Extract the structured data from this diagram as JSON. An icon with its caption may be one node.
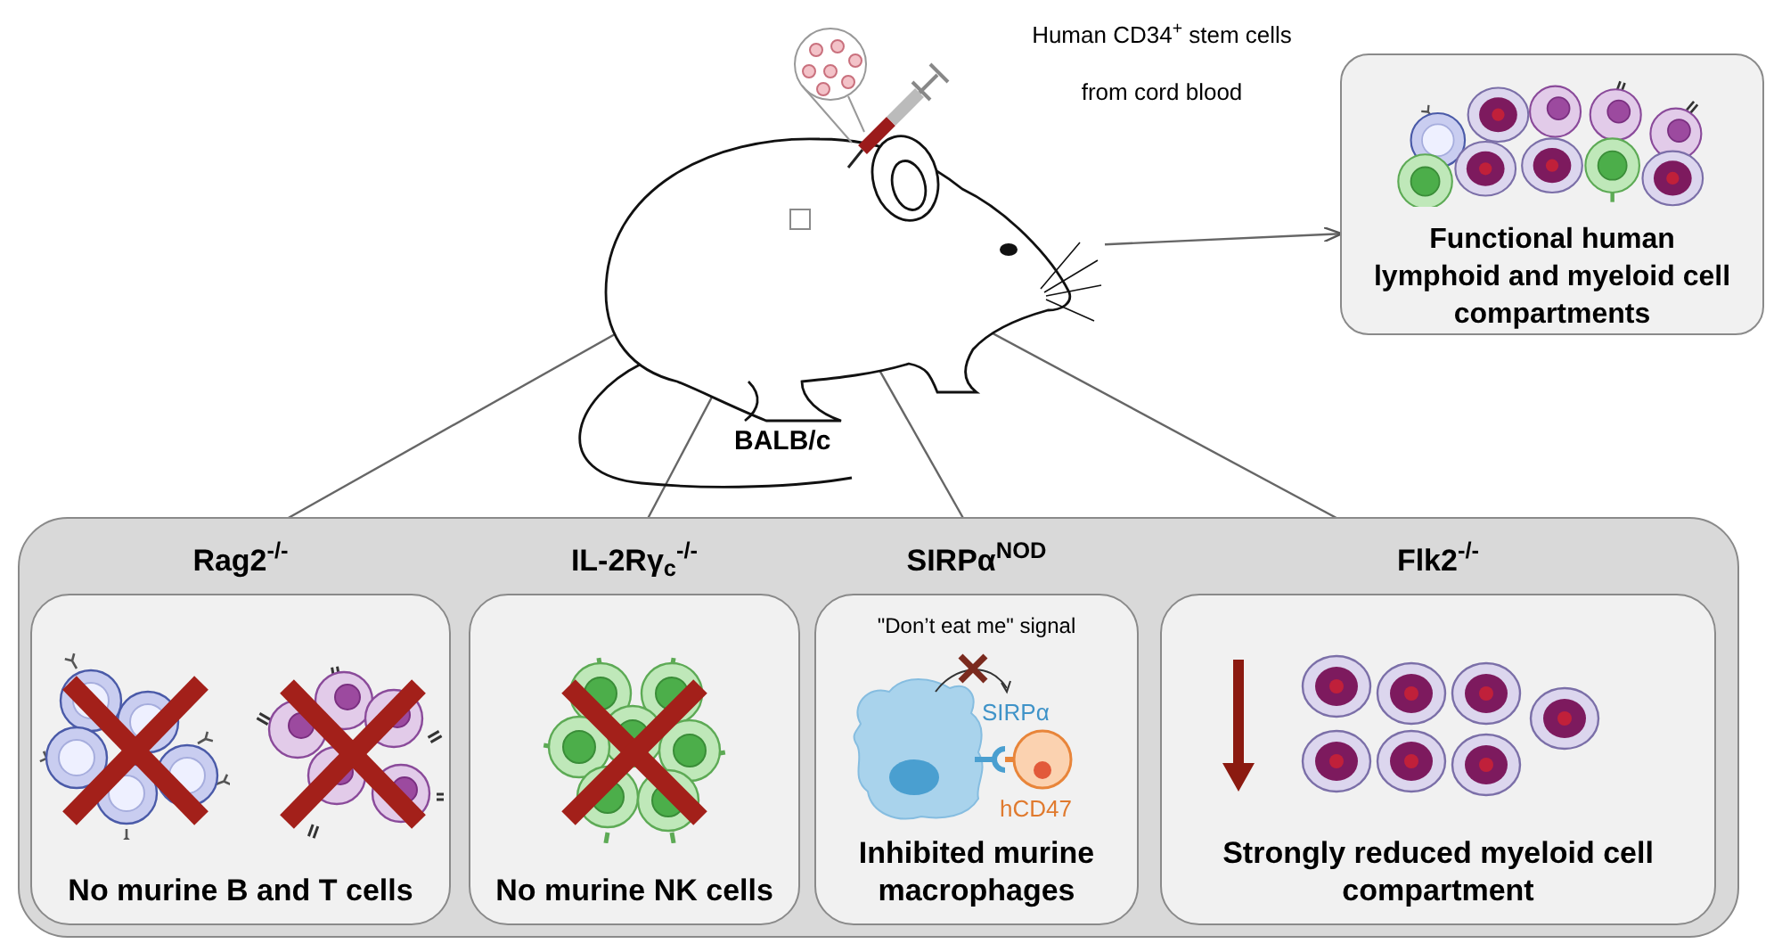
{
  "diagram": {
    "nodes": [
      {
        "text": [],
        "shape": "picture",
        "beside": [
          "BALB/c"
        ]
      },
      {
        "text": [],
        "shape": "box",
        "in": 0
      },
      {
        "text": [
          "Functional human lymphoid and myeloid cell compartments"
        ]
      },
      {
        "text": [],
        "shape": "box"
      },
      {
        "text": [
          "Rag2$^{-/-}$",
          "No murine B and T cells"
        ],
        "in": 3
      },
      {
        "text": [
          "IL-2Rγ$_{c}$$^{-/-}$",
          "No murine NK cells"
        ],
        "in": 3
      },
      {
        "text": [
          "SIRPα$^{NOD}$",
          "\"Don’t eat me\" signal",
          "Inhibited murine macrophages"
        ],
        "in": 3
      },
      {
        "text": [
          "Flk2$^{-/-}$",
          "Strongly reduced myeloid cell compartment"
        ],
        "in": 3
      }
    ],
    "edges": [
      {
        "from": 0,
        "to": 2,
        "arrow": "to"
      },
      {
        "from": 1,
        "to": 4,
        "arrow": "none"
      },
      {
        "from": 1,
        "to": 5,
        "arrow": "none"
      },
      {
        "from": 1,
        "to": 6,
        "arrow": "none"
      },
      {
        "from": 1,
        "to": 7,
        "arrow": "none"
      }
    ],
    "labels": [
      "Human CD34$^{+}$ stem cells from cord blood",
      "SIRPα",
      "hCD47"
    ]
  }
}
